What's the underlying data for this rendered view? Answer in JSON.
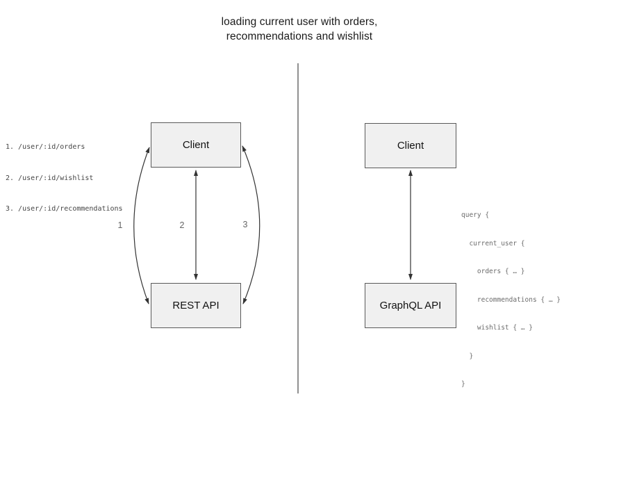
{
  "title": {
    "line1": "loading current user with orders,",
    "line2": "recommendations and wishlist"
  },
  "rest_side": {
    "endpoints": [
      "1. /user/:id/orders",
      "2. /user/:id/wishlist",
      "3. /user/:id/recommendations"
    ],
    "client_label": "Client",
    "api_label": "REST API",
    "arrow_labels": [
      "1",
      "2",
      "3"
    ]
  },
  "graphql_side": {
    "client_label": "Client",
    "api_label": "GraphQL API",
    "query_lines": [
      "query {",
      "  current_user {",
      "    orders { … }",
      "    recommendations { … }",
      "    wishlist { … }",
      "  }",
      "}"
    ]
  },
  "colors": {
    "node_fill": "#f0f0f0",
    "node_border": "#595959",
    "arrow": "#333333",
    "divider": "#6b6b6b",
    "code_text": "#6b6b6b",
    "endpoint_text": "#454545",
    "arrow_label_text": "#666666",
    "title_text": "#1a1a1a"
  }
}
